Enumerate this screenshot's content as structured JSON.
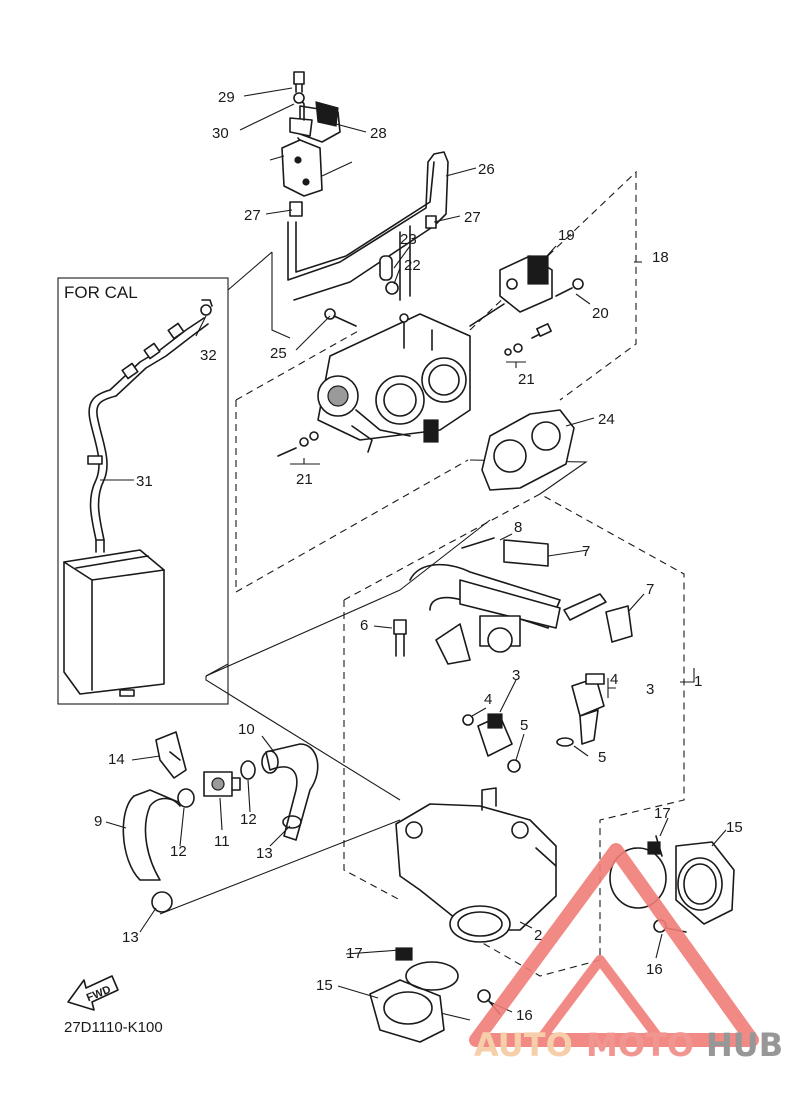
{
  "diagram": {
    "callouts": [
      "1",
      "2",
      "3",
      "3",
      "4",
      "4",
      "5",
      "5",
      "6",
      "7",
      "7",
      "8",
      "9",
      "10",
      "11",
      "12",
      "12",
      "13",
      "13",
      "14",
      "15",
      "15",
      "16",
      "16",
      "17",
      "17",
      "18",
      "19",
      "20",
      "21",
      "21",
      "22",
      "23",
      "24",
      "25",
      "26",
      "27",
      "27",
      "28",
      "29",
      "30",
      "31",
      "32"
    ],
    "for_cal_label": "FOR CAL",
    "fwd_label": "FWD",
    "diagram_code": "27D1110-K100"
  },
  "watermark": {
    "part1": "AUTO",
    "part2": "MOTO",
    "part3": "HUB",
    "colors": {
      "auto": "#f6c9a0",
      "moto": "#f08a86",
      "hub": "#8c8c8c",
      "triangle": "#f07d78"
    }
  }
}
